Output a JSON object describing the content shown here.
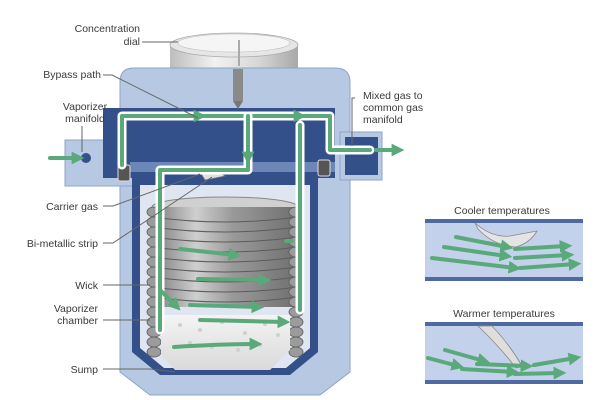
{
  "diagram": {
    "title": "Variable-bypass vaporizer with bi-metallic temperature compensation",
    "labels": {
      "concentration_dial": [
        "Concentration",
        "dial"
      ],
      "bypass_path": [
        "Bypass path"
      ],
      "vaporizer_manifold": [
        "Vaporizer",
        "manifold"
      ],
      "mixed_gas": [
        "Mixed gas to",
        "common gas",
        "manifold"
      ],
      "carrier_gas": [
        "Carrier gas"
      ],
      "bimetallic_strip": [
        "Bi-metallic strip"
      ],
      "wick": [
        "Wick"
      ],
      "vaporizer_chamber": [
        "Vaporizer",
        "chamber"
      ],
      "sump": [
        "Sump"
      ]
    },
    "insets": [
      {
        "title": "Cooler temperatures",
        "strip_state": "bent up, open"
      },
      {
        "title": "Warmer temperatures",
        "strip_state": "bent down, restricting"
      }
    ],
    "colors": {
      "gas_flow": "#5aa97a",
      "housing_light": "#b7c8e3",
      "housing_dark": "#34508a",
      "inset_bg": "#c3d1ea",
      "inset_rail": "#4e6aa0",
      "label_text": "#3a3a3a"
    }
  }
}
